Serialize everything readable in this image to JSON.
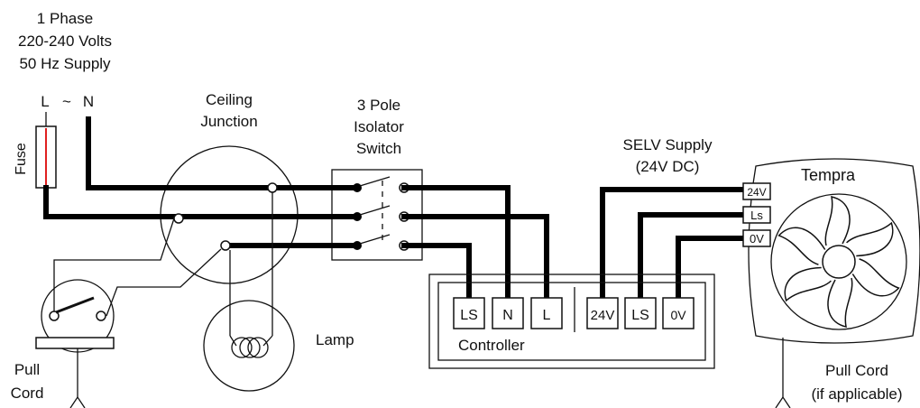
{
  "supply": {
    "line1": "1 Phase",
    "line2": "220-240 Volts",
    "line3": "50 Hz Supply",
    "l_label": "L",
    "tilde": "~",
    "n_label": "N"
  },
  "fuse_label": "Fuse",
  "ceiling_junction": {
    "line1": "Ceiling",
    "line2": "Junction"
  },
  "isolator": {
    "line1": "3 Pole",
    "line2": "Isolator",
    "line3": "Switch"
  },
  "selv": {
    "line1": "SELV Supply",
    "line2": "(24V DC)"
  },
  "tempra": {
    "title": "Tempra",
    "terminals": [
      "24V",
      "Ls",
      "0V"
    ],
    "pull_cord_line1": "Pull Cord",
    "pull_cord_line2": "(if applicable)"
  },
  "controller": {
    "label": "Controller",
    "terminals": [
      "LS",
      "N",
      "L",
      "24V",
      "LS",
      "0V"
    ]
  },
  "lamp_label": "Lamp",
  "pull_cord_left": {
    "line1": "Pull",
    "line2": "Cord"
  },
  "colors": {
    "fuse_element": "#e02020",
    "wire": "#000000"
  }
}
